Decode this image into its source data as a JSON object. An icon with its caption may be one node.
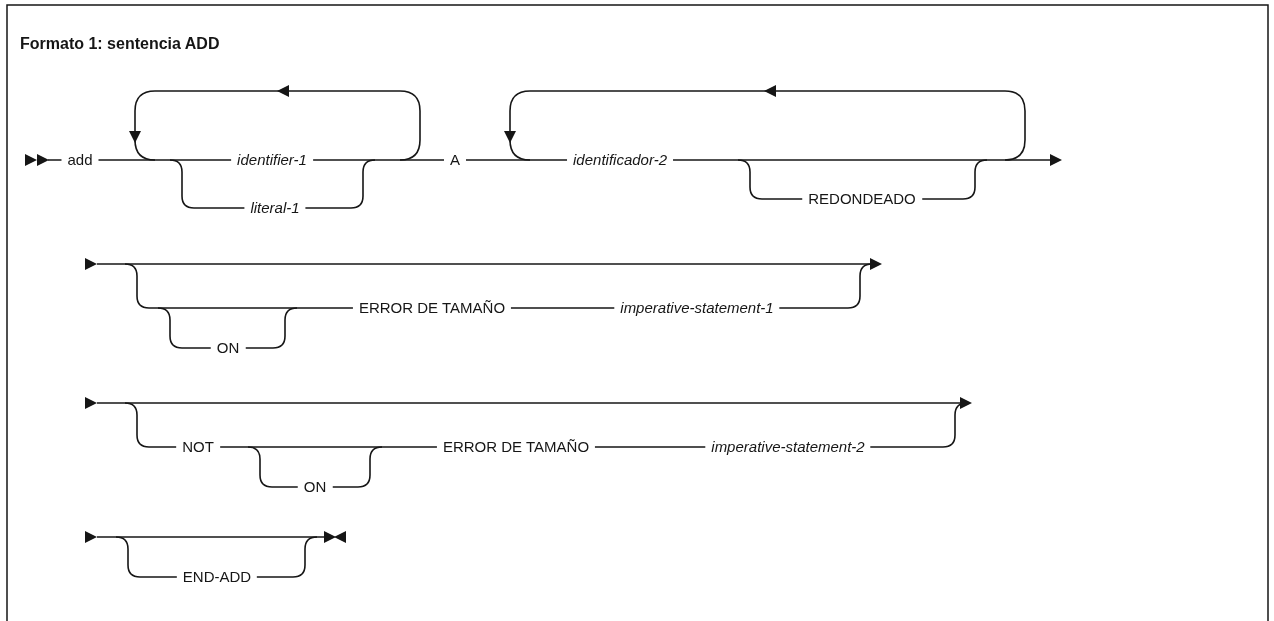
{
  "diagram": {
    "title": "Formato 1: sentencia ADD",
    "labels": [
      "add",
      "identifier-1",
      "A",
      "identificador-2",
      "literal-1",
      "REDONDEADO",
      "ERROR DE TAMAÑO",
      "imperative-statement-1",
      "ON",
      "NOT",
      "ERROR DE TAMAÑO",
      "imperative-statement-2",
      "ON",
      "END-ADD"
    ]
  }
}
